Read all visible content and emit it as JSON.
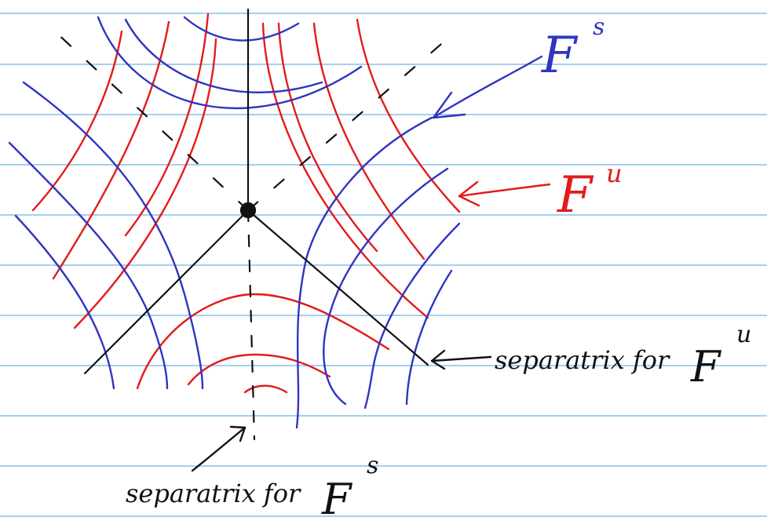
{
  "colors": {
    "rule_line": "#6fb4e8",
    "stable_foliation": "#2f35c0",
    "unstable_foliation": "#e31b1b",
    "separatrix": "#111111"
  },
  "labels": {
    "stable_symbol": "F",
    "stable_superscript": "s",
    "unstable_symbol": "F",
    "unstable_superscript": "u",
    "separatrix_unstable_text": "separatrix for",
    "separatrix_unstable_symbol": "F",
    "separatrix_unstable_superscript": "u",
    "separatrix_stable_text": "separatrix for",
    "separatrix_stable_symbol": "F",
    "separatrix_stable_superscript": "s"
  }
}
